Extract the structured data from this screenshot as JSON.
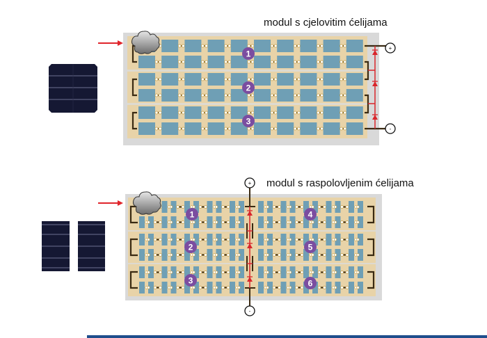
{
  "modules": [
    {
      "id": "full-cell",
      "title": "modul s cjelovitim ćelijama",
      "strings": [
        "1",
        "2",
        "3"
      ],
      "cell_type": "full",
      "cells_per_row": 10,
      "rows": 6,
      "terminals": {
        "positive": "+",
        "negative": "-"
      },
      "bypass_diodes": 3,
      "shading": "cloud"
    },
    {
      "id": "half-cell",
      "title": "modul s raspolovljenim ćelijama",
      "strings": [
        "1",
        "2",
        "3",
        "4",
        "5",
        "6"
      ],
      "cell_type": "half",
      "cells_per_row_per_half": 5,
      "rows": 6,
      "terminals": {
        "positive": "+",
        "negative": "-"
      },
      "bypass_diodes": 3,
      "shading": "cloud"
    }
  ],
  "colors": {
    "frame": "#d9d9d9",
    "backsheet": "#e8d3a8",
    "cell": "#6f9fb5",
    "wire": "#3a2a12",
    "diode": "#d9252b",
    "badge": "#7b4da0",
    "arrow": "#e0252b",
    "solar_cell_dark": "#151833",
    "footer": "#1f4e8c"
  }
}
